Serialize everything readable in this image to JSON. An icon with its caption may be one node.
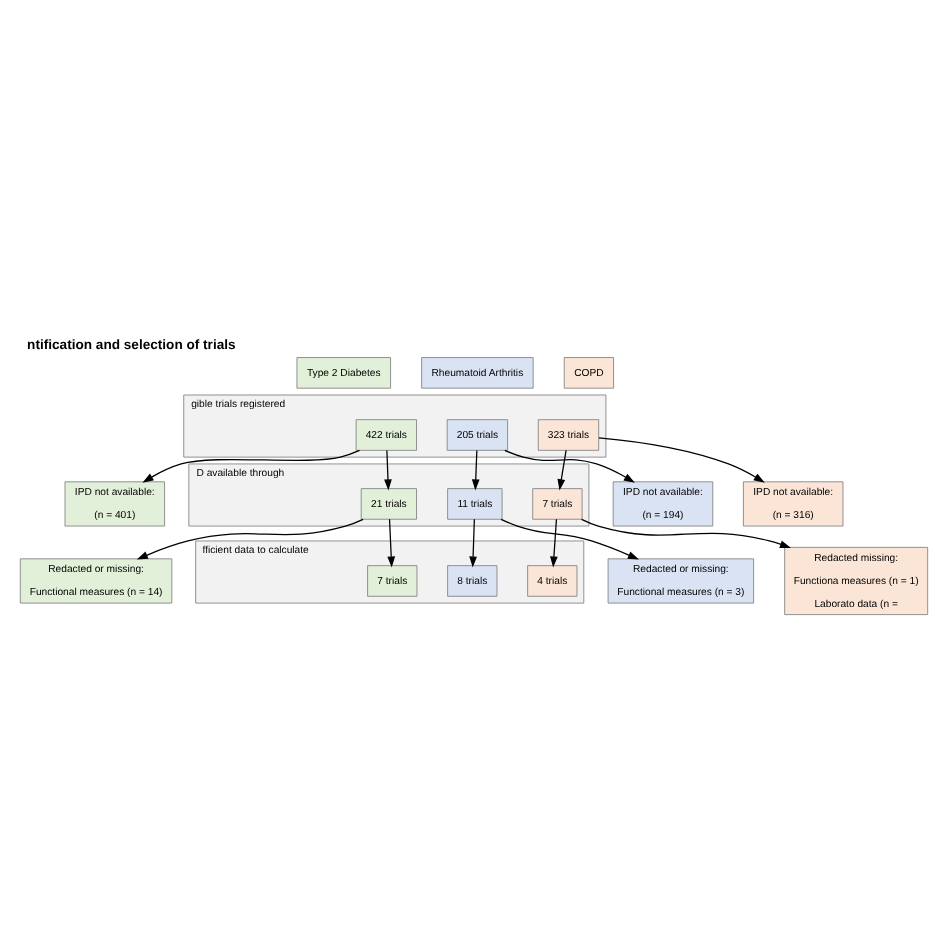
{
  "diagram": {
    "title": "ntification and selection of trials",
    "nodes": [
      {
        "text": [
          "Type 2 Diabetes"
        ]
      },
      {
        "text": [
          "Rheumatoid Arthritis"
        ]
      },
      {
        "text": [
          "COPD"
        ]
      },
      {
        "text": [
          "gible trials registered"
        ]
      },
      {
        "text": [
          "422 trials"
        ],
        "in": 3
      },
      {
        "text": [
          "205 trials"
        ],
        "in": 3
      },
      {
        "text": [
          "323 trials"
        ],
        "in": 3
      },
      {
        "text": [
          "IPD not available:",
          "(n = 401)"
        ]
      },
      {
        "text": [
          "IPD not available:",
          "(n = 194)"
        ]
      },
      {
        "text": [
          "IPD not available:",
          "(n = 316)"
        ]
      },
      {
        "text": [
          "D available through"
        ]
      },
      {
        "text": [
          "21 trials"
        ],
        "in": 10
      },
      {
        "text": [
          "11 trials"
        ],
        "in": 10
      },
      {
        "text": [
          "7 trials"
        ],
        "in": 10
      },
      {
        "text": [
          "Redacted or missing:",
          "Functional measures (n = 14)"
        ]
      },
      {
        "text": [
          "Redacted or missing:",
          "Functional measures (n = 3)"
        ]
      },
      {
        "text": [
          "Redacted missing:",
          "Functiona measures (n = 1)",
          "Laborato data (n ="
        ]
      },
      {
        "text": [
          "fficient data to calculate"
        ]
      },
      {
        "text": [
          "7 trials"
        ],
        "in": 17
      },
      {
        "text": [
          "8 trials"
        ],
        "in": 17
      },
      {
        "text": [
          "4 trials"
        ],
        "in": 17
      }
    ],
    "edges": [
      {
        "from": 4,
        "to": 7,
        "arrow": "to"
      },
      {
        "from": 4,
        "to": 11,
        "arrow": "to"
      },
      {
        "from": 5,
        "to": 8,
        "arrow": "to"
      },
      {
        "from": 5,
        "to": 12,
        "arrow": "to"
      },
      {
        "from": 6,
        "to": 9,
        "arrow": "to"
      },
      {
        "from": 6,
        "to": 13,
        "arrow": "to"
      },
      {
        "from": 11,
        "to": 14,
        "arrow": "to"
      },
      {
        "from": 11,
        "to": 18,
        "arrow": "to"
      },
      {
        "from": 12,
        "to": 15,
        "arrow": "to"
      },
      {
        "from": 12,
        "to": 19,
        "arrow": "to"
      },
      {
        "from": 13,
        "to": 16,
        "arrow": "to"
      },
      {
        "from": 13,
        "to": 20,
        "arrow": "to"
      }
    ]
  }
}
